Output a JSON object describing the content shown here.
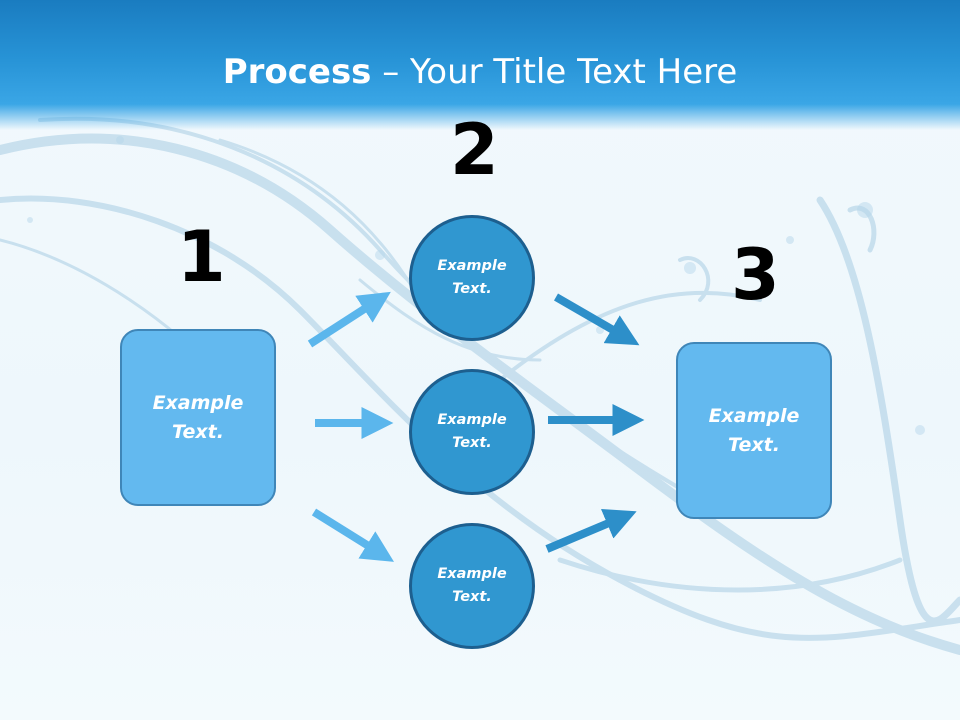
{
  "title": {
    "bold": "Process",
    "rest": " – Your Title Text Here"
  },
  "steps": [
    {
      "number": "1",
      "text": "Example\nText."
    },
    {
      "number": "2",
      "items": [
        {
          "text": "Example\nText."
        },
        {
          "text": "Example\nText."
        },
        {
          "text": "Example\nText."
        }
      ]
    },
    {
      "number": "3",
      "text": "Example\nText."
    }
  ],
  "colors": {
    "header": "#2793d6",
    "box_fill": "#63b9ef",
    "circle_fill": "#3097d0",
    "light_arrow": "#5bb6ec",
    "dark_arrow": "#2d8fc9"
  }
}
